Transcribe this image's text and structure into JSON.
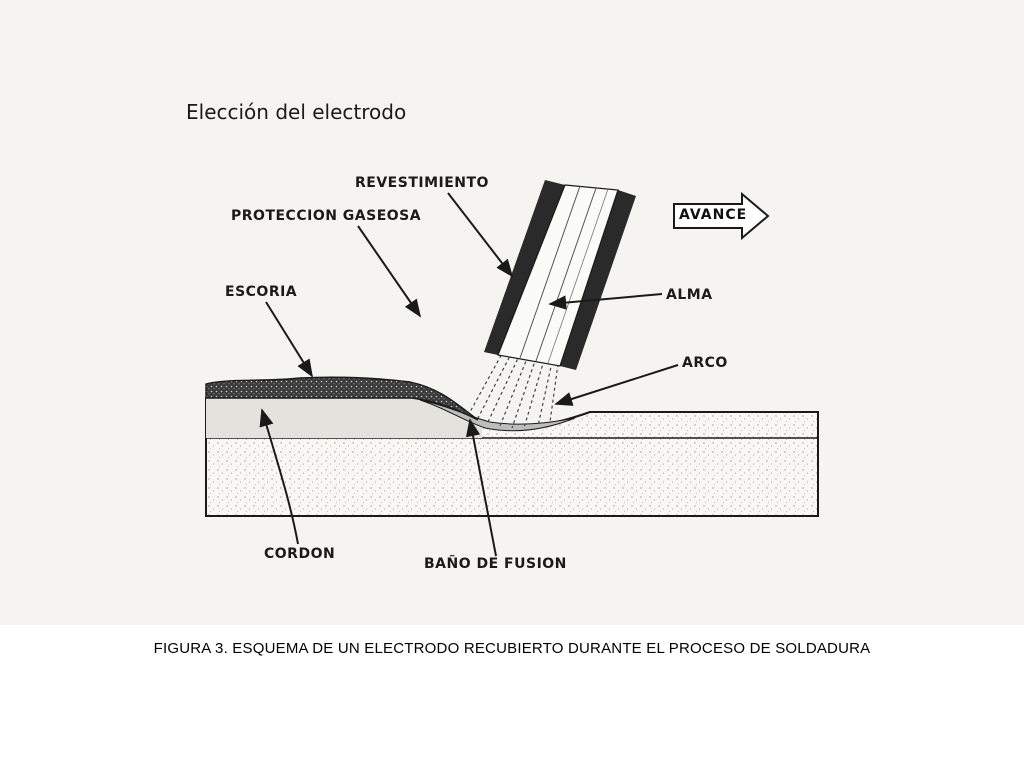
{
  "figure": {
    "subtitle": "Elección del electrodo",
    "caption": "FIGURA 3. ESQUEMA DE UN ELECTRODO RECUBIERTO DURANTE EL PROCESO DE SOLDADURA",
    "labels": {
      "revestimiento": "REVESTIMIENTO",
      "proteccion": "PROTECCION GASEOSA",
      "escoria": "ESCORIA",
      "alma": "ALMA",
      "arco": "ARCO",
      "cordon": "CORDON",
      "bano": "BAÑO DE FUSION",
      "avance": "AVANCE"
    }
  },
  "colors": {
    "ink": "#1a1a1a",
    "paper": "#f5f4f0",
    "caption": "#000000"
  }
}
